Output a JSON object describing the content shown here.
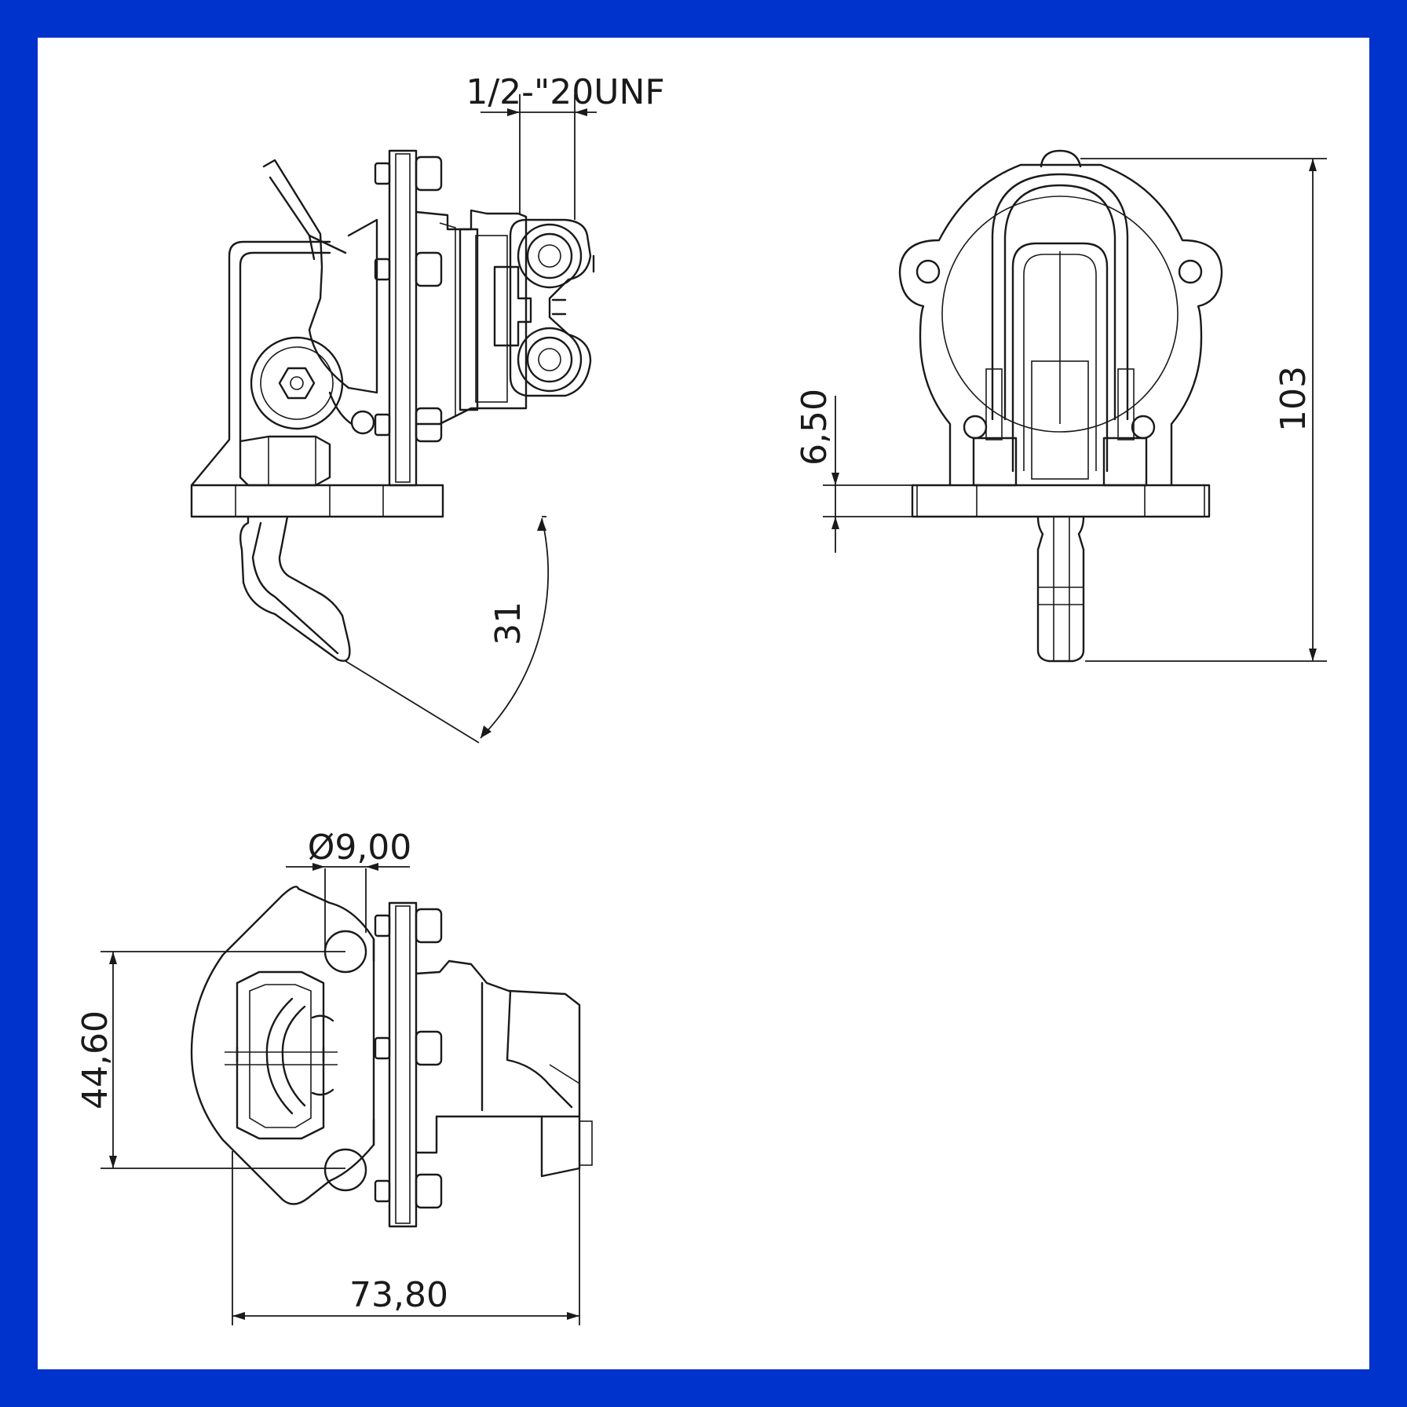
{
  "dimensions": {
    "thread": "1/2-\"20UNF",
    "angle": "31",
    "offset": "6,50",
    "height": "103",
    "hole_diameter": "Ø9,00",
    "hole_spacing": "44,60",
    "width": "73,80"
  },
  "colors": {
    "border": "#0033cc",
    "background": "#ffffff",
    "line": "#1a1a1a"
  }
}
